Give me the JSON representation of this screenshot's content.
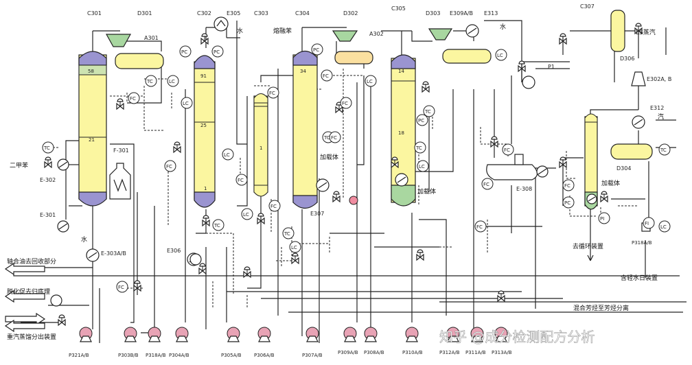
{
  "tags": {
    "c301": "C301",
    "d301": "D301",
    "c302": "C302",
    "e305": "E305",
    "c303": "C303",
    "c304": "C304",
    "d302": "D302",
    "c305": "C305",
    "d303": "D303",
    "e309": "E309A/B",
    "e313": "E313",
    "c307": "C307",
    "a301": "A301",
    "a302": "A302",
    "d306": "D306",
    "e302": "E-302",
    "e301": "E-301",
    "e303": "E-303A/B",
    "e306": "E306",
    "e307": "E307",
    "e308": "E-308",
    "f301": "F-301",
    "d304": "D304",
    "e312": "E312",
    "e302ab": "E302A, B",
    "p1": "P1"
  },
  "pump_tags": [
    "P321A/B",
    "P303B/B",
    "P318A/B",
    "P304A/B",
    "P305A/B",
    "P306A/B",
    "P307A/B",
    "P309A/B",
    "P308A/B",
    "P310A/B",
    "P312A/B",
    "P311A/B",
    "P313A/B",
    "P318A/B"
  ],
  "stream_labels": {
    "benzene_in": "二甲苯",
    "water1": "水",
    "water2": "水",
    "water3": "水",
    "fresh_xylene": "熔融苯",
    "heating_fluid1": "加载体",
    "heating_fluid2": "加载体",
    "heating_fluid3": "加载体",
    "steam": "LS蒸汽",
    "steam2": "汽",
    "out_light": "轴合油去回收部分",
    "out_catalyst": "脱化促去归底理",
    "out_heavy": "重汽蒸馏分出装置",
    "out_discharge": "去循环装置",
    "out_water": "含轻水日装置",
    "out_mixed": "混合芳烃至芳烃分离"
  },
  "tray_labels": [
    "58",
    "91",
    "25",
    "34",
    "14",
    "18",
    "21",
    "1",
    "1"
  ],
  "instruments": [
    "TC",
    "FC",
    "LC",
    "PC",
    "TC",
    "LC",
    "FC",
    "LC",
    "FC",
    "PC",
    "TC",
    "LC",
    "FC",
    "FC",
    "TC",
    "LC",
    "PC",
    "FC",
    "TC",
    "LC",
    "FC",
    "FC",
    "PC",
    "TC",
    "LC",
    "TC",
    "FC",
    "FC",
    "LC",
    "FC",
    "FC",
    "PC",
    "FI",
    "TC",
    "LC",
    "PI",
    "FC"
  ],
  "watermark": "知乎 @成分检测配方分析"
}
